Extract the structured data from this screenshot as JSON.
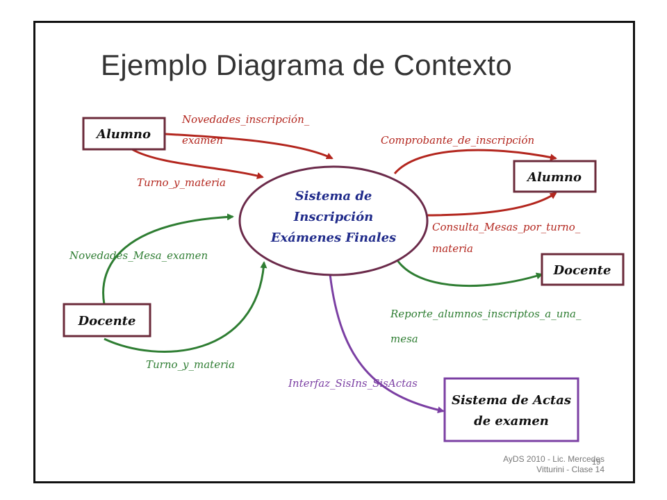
{
  "slide": {
    "title": "Ejemplo Diagrama de Contexto",
    "footer_line1": "AyDS 2010 - Lic. Mercedes",
    "footer_line2": "Vitturini - Clase 14",
    "page_number": "19"
  },
  "diagram": {
    "process": {
      "line1": "Sistema de",
      "line2": "Inscripción",
      "line3": "Exámenes Finales"
    },
    "entities": {
      "alumno_left": "Alumno",
      "alumno_right": "Alumno",
      "docente_left": "Docente",
      "docente_right": "Docente",
      "actas_line1": "Sistema de Actas",
      "actas_line2": "de examen"
    },
    "flows": {
      "novedades_inscripcion_1": "Novedades_inscripción_",
      "novedades_inscripcion_2": "examen",
      "turno_materia_alumno": "Turno_y_materia",
      "comprobante": "Comprobante_de_inscripción",
      "consulta_1": "Consulta_Mesas_por_turno_",
      "consulta_2": "materia",
      "novedades_mesa": "Novedades_Mesa_examen",
      "reporte_1": "Reporte_alumnos_inscriptos_a_una_",
      "reporte_2": "mesa",
      "turno_materia_docente": "Turno_y_materia",
      "interfaz": "Interfaz_SisIns_SisActas"
    },
    "colors": {
      "red": "#b3261e",
      "green": "#2e7d32",
      "purple": "#7b3fa3",
      "entity_border": "#6b2a3a",
      "process_border": "#6b2a4a",
      "process_text": "#1f2a8a"
    }
  }
}
